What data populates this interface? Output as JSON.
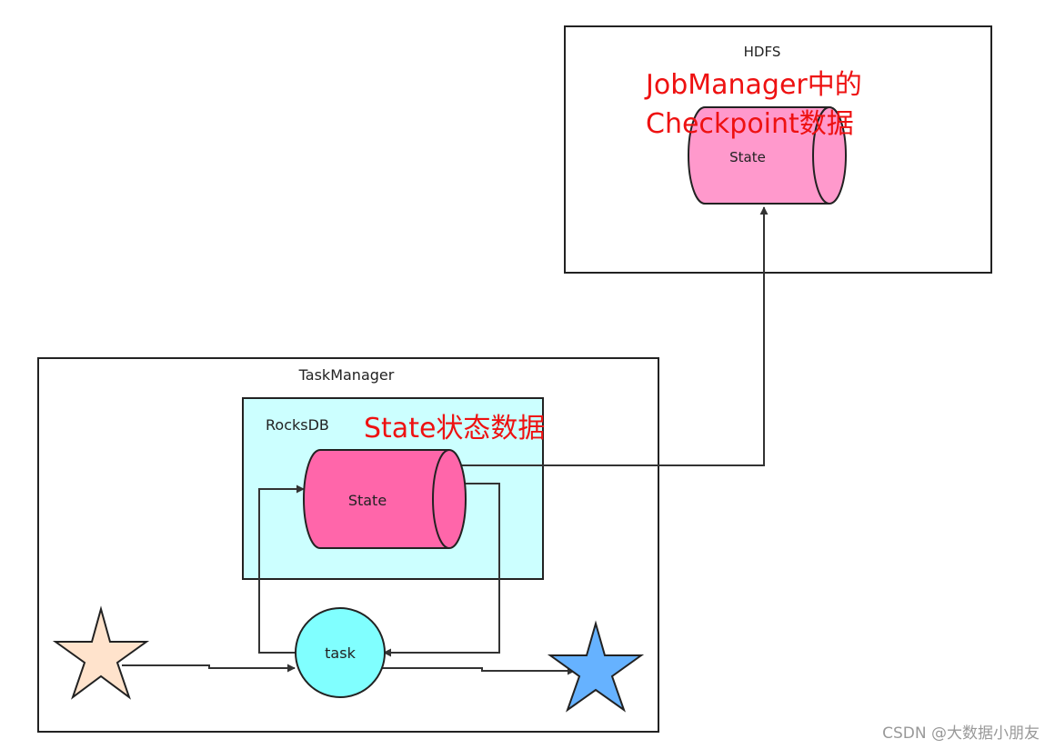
{
  "hdfs": {
    "label": "HDFS",
    "annotation_line1": "JobManager中的",
    "annotation_line2": "Checkpoint数据",
    "state_label": "State"
  },
  "taskmanager": {
    "label": "TaskManager",
    "rocksdb": {
      "label": "RocksDB",
      "annotation": "State状态数据",
      "state_label": "State"
    },
    "task_label": "task"
  },
  "watermark": "CSDN @大数据小朋友",
  "colors": {
    "hdfs_cylinder": "#ff99cc",
    "rocksdb_cylinder": "#ff66aa",
    "rocksdb_fill": "#ccffff",
    "task_fill": "#80ffff",
    "source_star": "#ffe3cc",
    "sink_star": "#66b2ff",
    "annotation": "#ee1111"
  }
}
